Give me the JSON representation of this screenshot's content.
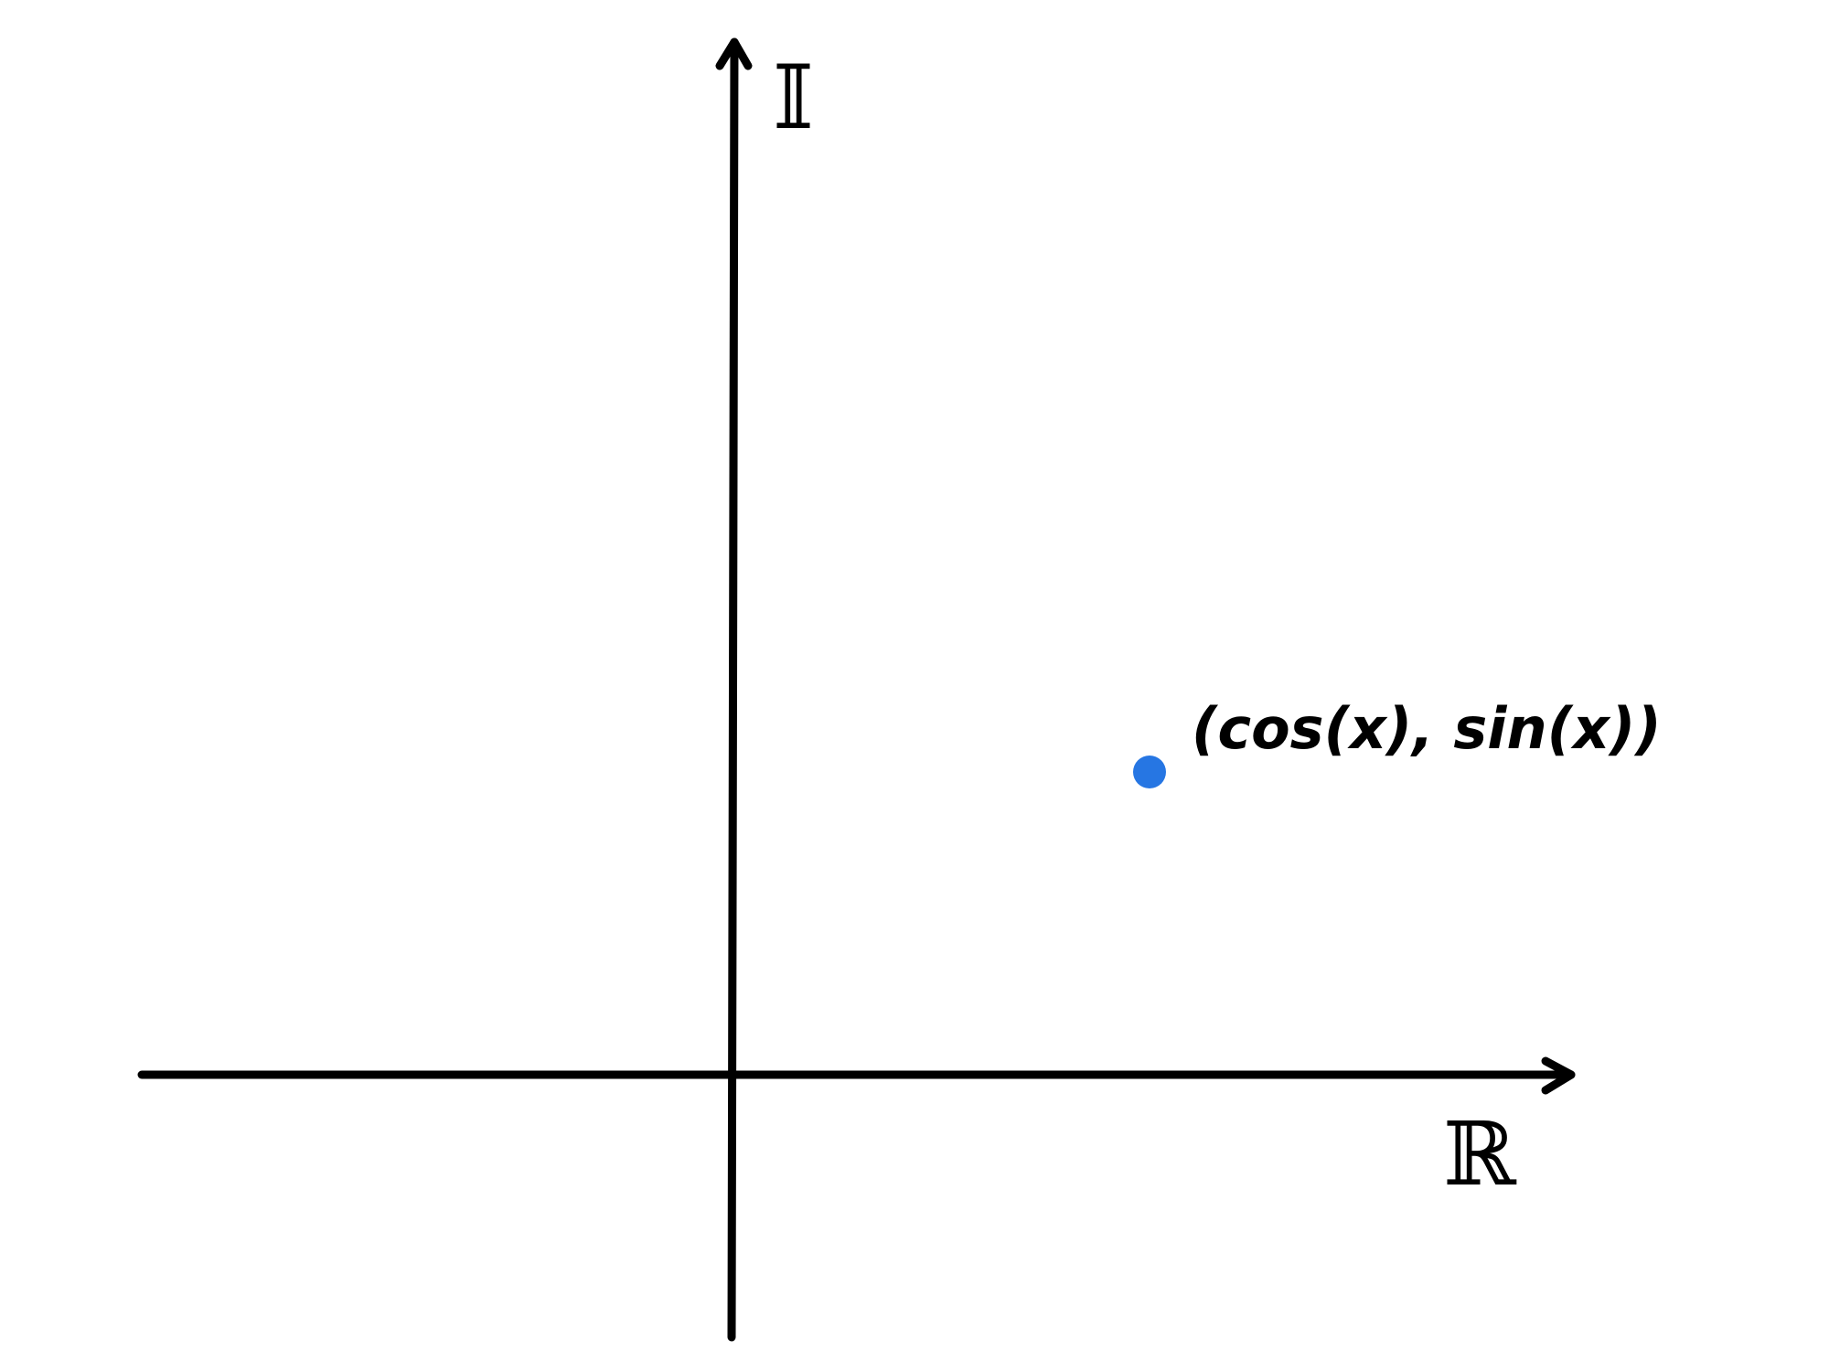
{
  "diagram": {
    "x_axis_label": "ℝ",
    "y_axis_label": "𝕀",
    "point_label": "(cos(x), sin(x))",
    "point_color": "#2676e3",
    "axis_color": "#000000"
  }
}
